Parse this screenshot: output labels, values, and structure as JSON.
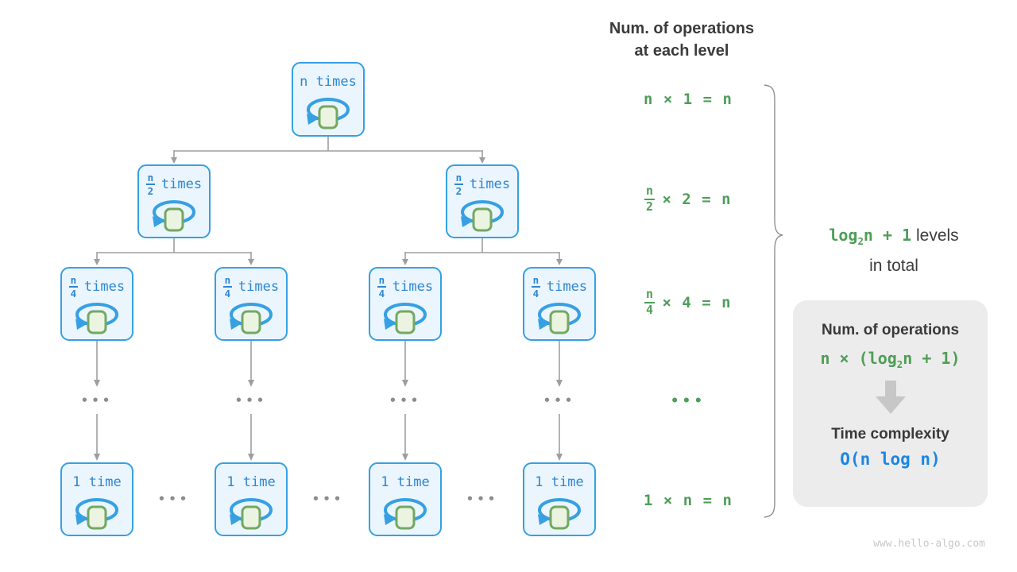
{
  "header": {
    "line1": "Num. of operations",
    "line2": "at each level"
  },
  "tree": {
    "root_label": "n times",
    "level2": {
      "num": "n",
      "den": "2",
      "word": "times"
    },
    "level3": {
      "num": "n",
      "den": "4",
      "word": "times"
    },
    "leaf_label": "1 time"
  },
  "ops_column": {
    "row1": "n × 1 = n",
    "row2": {
      "num": "n",
      "den": "2",
      "rest": "× 2 = n"
    },
    "row3": {
      "num": "n",
      "den": "4",
      "rest": "× 4 = n"
    },
    "dots": "•••",
    "row5": "1 × n = n"
  },
  "levels_note": {
    "log": "log",
    "sub": "2",
    "tail": "n + 1",
    "word": " levels",
    "line2": "in total"
  },
  "summary_panel": {
    "title": "Num. of operations",
    "formula": {
      "p1": "n × (log",
      "sub": "2",
      "p2": "n + 1)"
    },
    "subtitle": "Time complexity",
    "big_o": "O(n log n)"
  },
  "ellipsis": {
    "column": "•••",
    "row": "•••"
  },
  "watermark": "www.hello-algo.com",
  "colors": {
    "node_border": "#36a0e2",
    "node_fill": "#eaf5fd",
    "node_text": "#2e86d1",
    "green": "#4f9e58",
    "gray_line": "#9e9e9e",
    "dark_text": "#3b3b3b",
    "panel_bg": "#ececec",
    "big_o_blue": "#1a86e8",
    "square_fill": "#eaf4e1",
    "square_border": "#74a863"
  }
}
